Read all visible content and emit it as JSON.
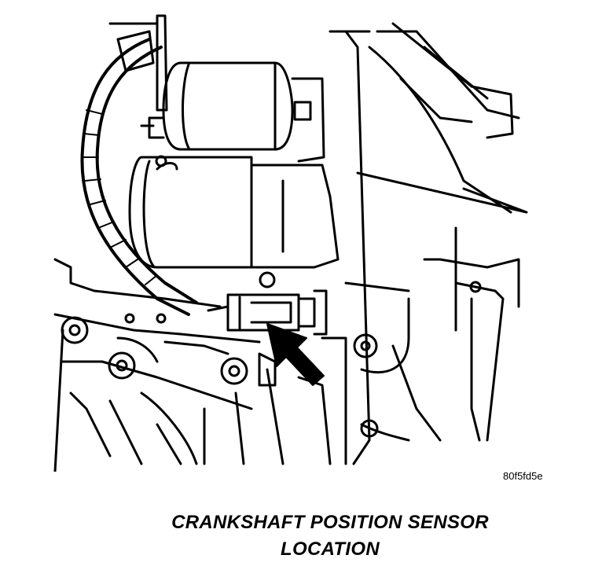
{
  "figure": {
    "id": "80f5fd5e",
    "caption_line1": "CRANKSHAFT POSITION SENSOR",
    "caption_line2": "LOCATION"
  },
  "colors": {
    "ink": "#000000",
    "paper": "#ffffff"
  },
  "icons": {
    "pointer": "arrow-pointer-icon"
  }
}
